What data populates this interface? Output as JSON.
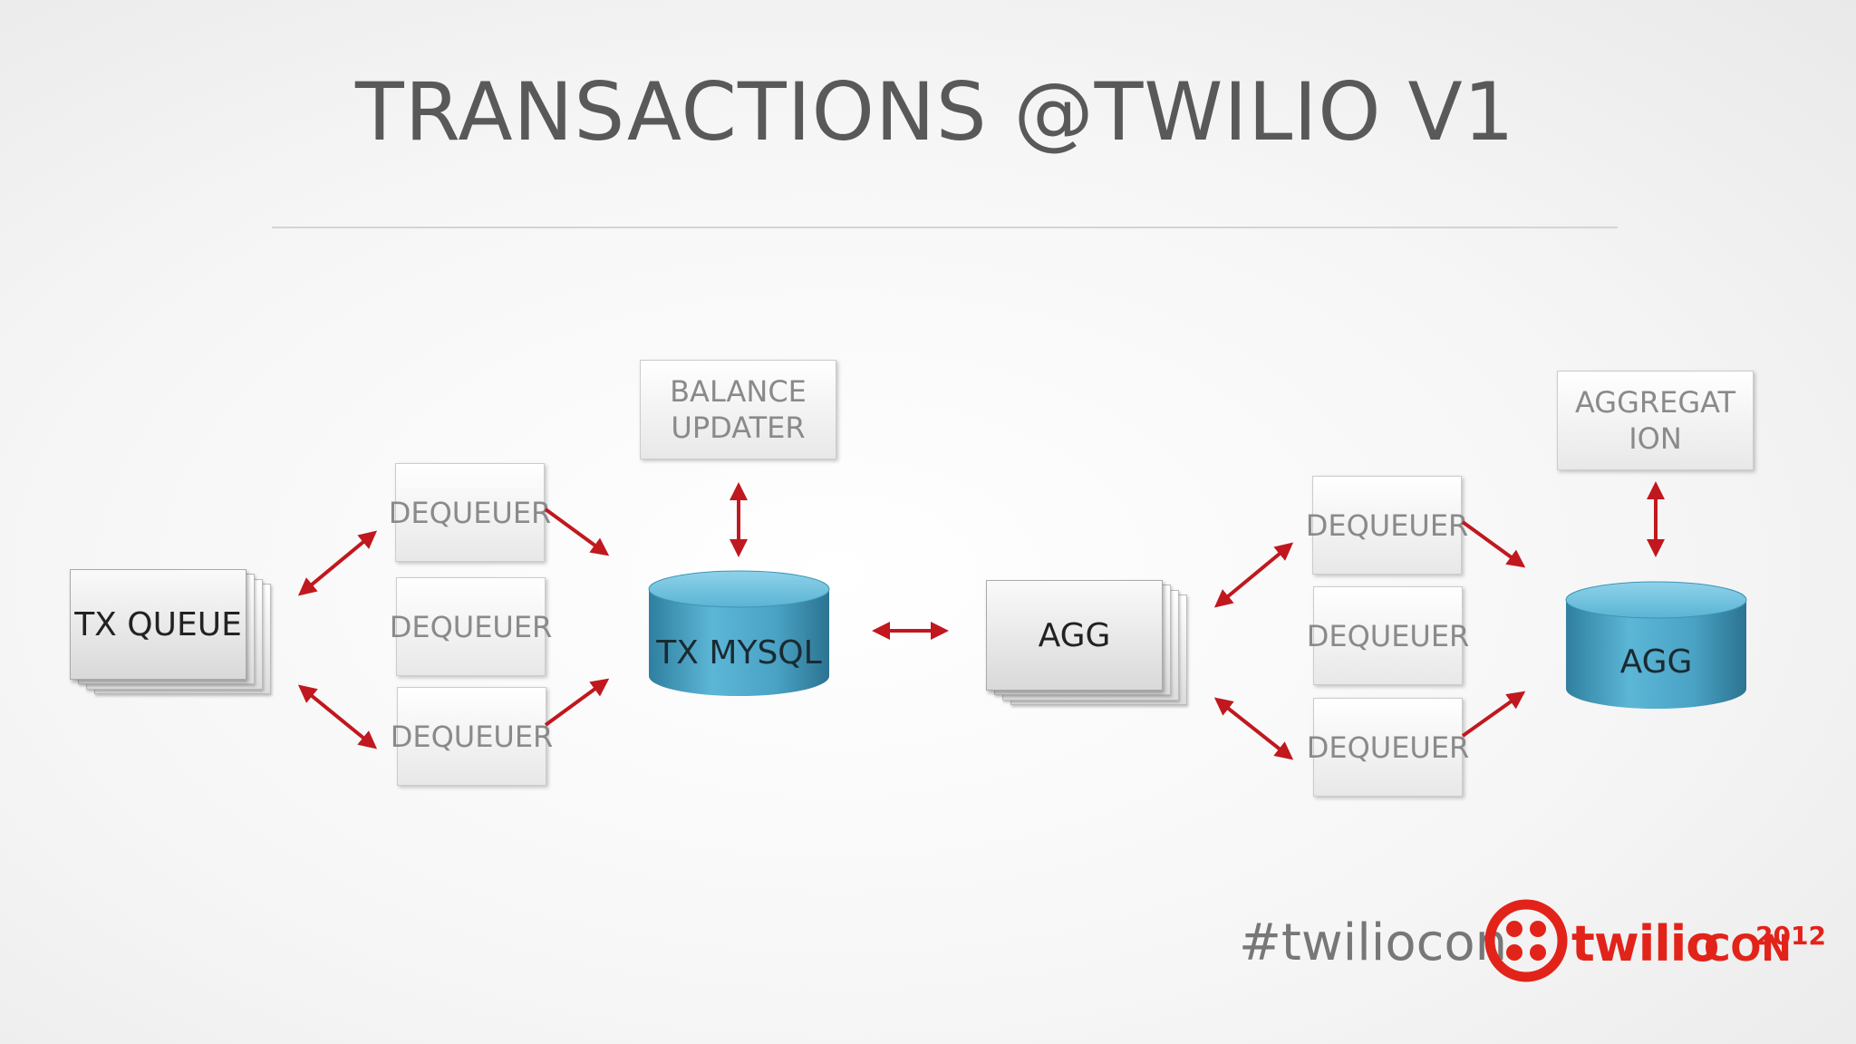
{
  "title": "TRANSACTIONS @TWILIO V1",
  "nodes": {
    "tx_queue": "TX QUEUE",
    "dequeuer_left_1": "DEQUEUER",
    "dequeuer_left_2": "DEQUEUER",
    "dequeuer_left_3": "DEQUEUER",
    "balance_updater_line1": "BALANCE",
    "balance_updater_line2": "UPDATER",
    "tx_mysql": "TX MYSQL",
    "agg_queue": "AGG",
    "dequeuer_right_1": "DEQUEUER",
    "dequeuer_right_2": "DEQUEUER",
    "dequeuer_right_3": "DEQUEUER",
    "aggregation_line1": "AGGREGAT",
    "aggregation_line2": "ION",
    "agg_db": "AGG"
  },
  "footer": {
    "hashtag": "#twiliocon",
    "logo_word": "twilio",
    "logo_con": "CON",
    "logo_year": "2012"
  },
  "colors": {
    "arrow": "#c0181e",
    "cylinder": "#4fa9cc",
    "brand": "#e2231a"
  }
}
